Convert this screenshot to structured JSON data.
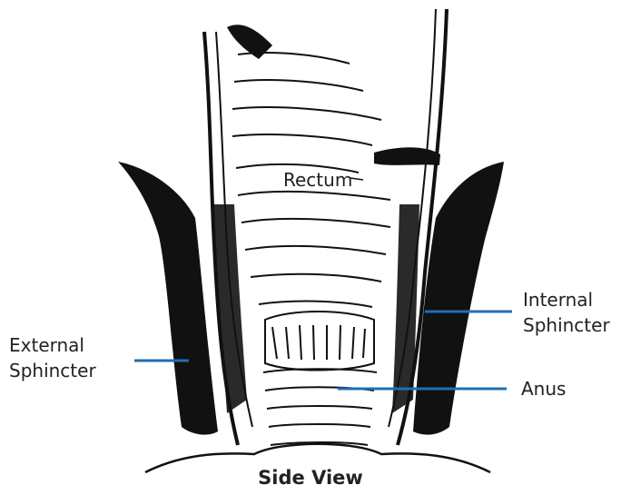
{
  "diagram": {
    "labels": {
      "rectum": "Rectum",
      "internal_line1": "Internal",
      "internal_line2": "Sphincter",
      "external_line1": "External",
      "external_line2": "Sphincter",
      "anus": "Anus"
    },
    "caption": "Side View",
    "colors": {
      "leader": "#1f6fb2",
      "ink": "#111111",
      "text": "#222222"
    }
  }
}
